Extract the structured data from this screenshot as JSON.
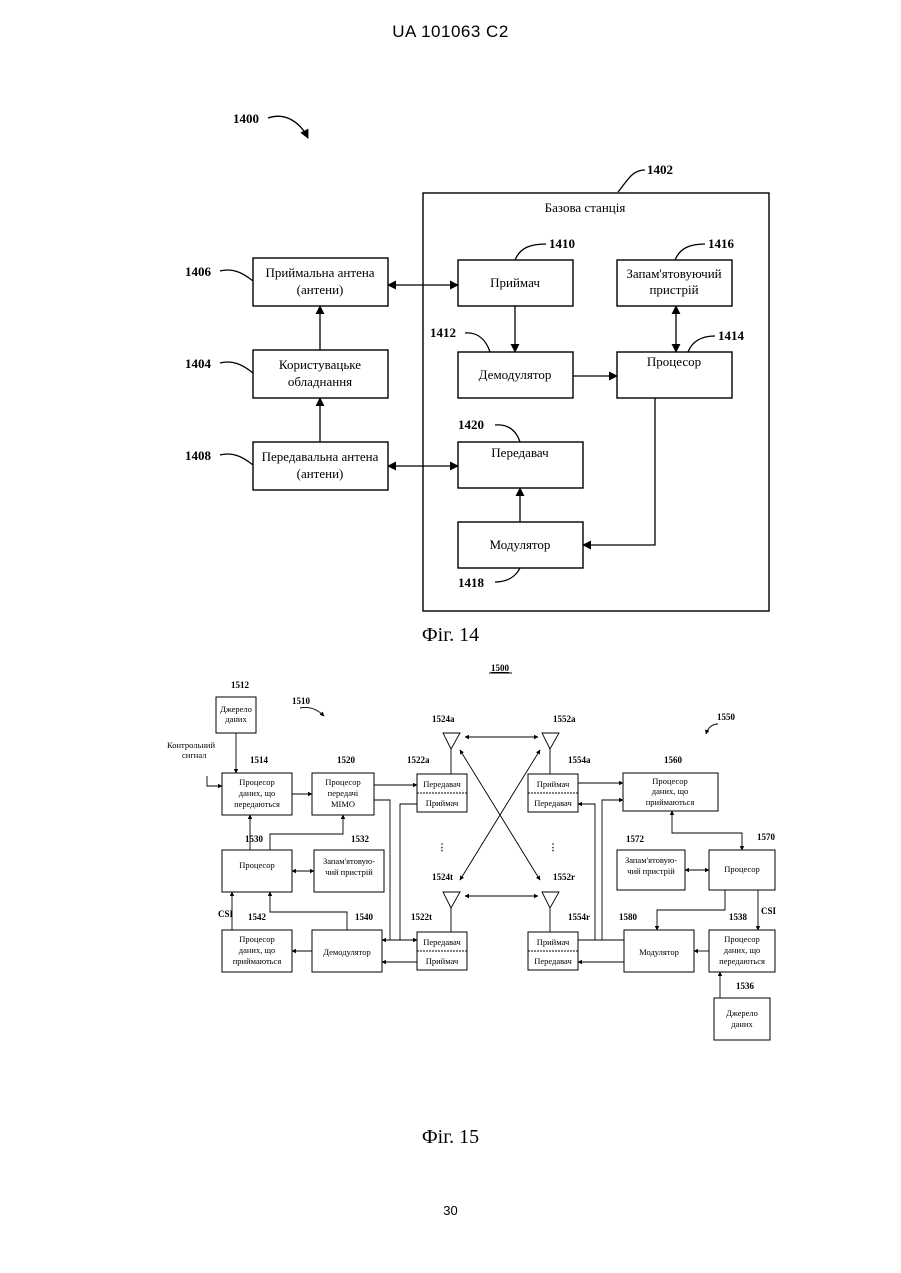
{
  "header": {
    "title": "UA   101063   C2"
  },
  "fig14": {
    "caption": "Фіг. 14",
    "ref_main": "1400",
    "base_station": {
      "ref": "1402",
      "label": "Базова станція"
    },
    "receive_antenna": {
      "ref": "1406",
      "line1": "Приймальна антена",
      "line2": "(антени)"
    },
    "user_equipment": {
      "ref": "1404",
      "line1": "Користувацьке",
      "line2": "обладнання"
    },
    "transmit_antenna": {
      "ref": "1408",
      "line1": "Передавальна антена",
      "line2": "(антени)"
    },
    "receiver": {
      "ref": "1410",
      "label": "Приймач"
    },
    "memory": {
      "ref": "1416",
      "line1": "Запам'ятовуючий",
      "line2": "пристрій"
    },
    "demodulator": {
      "ref": "1412",
      "label": "Демодулятор"
    },
    "processor": {
      "ref": "1414",
      "label": "Процесор"
    },
    "transmitter": {
      "ref": "1420",
      "label": "Передавач"
    },
    "modulator": {
      "ref": "1418",
      "label": "Модулятор"
    }
  },
  "fig15": {
    "caption": "Фіг. 15",
    "ref_main": "1500",
    "ref_tx_system": "1510",
    "ref_rx_system": "1550",
    "control_signal": {
      "line1": "Контрольний",
      "line2": "сигнал"
    },
    "csi_left": "CSI",
    "csi_right": "CSI",
    "data_source_left": {
      "ref": "1512",
      "line1": "Джерело",
      "line2": "даних"
    },
    "tx_data_proc_left": {
      "ref": "1514",
      "line1": "Процесор",
      "line2": "даних, що",
      "line3": "передаються"
    },
    "tx_mimo_proc": {
      "ref": "1520",
      "line1": "Процесор",
      "line2": "передачі",
      "line3": "MIMO"
    },
    "processor_left": {
      "ref": "1530",
      "label": "Процесор"
    },
    "memory_left": {
      "ref": "1532",
      "line1": "Запам'ятовую-",
      "line2": "чий пристрій"
    },
    "rx_data_proc_left": {
      "ref": "1542",
      "line1": "Процесор",
      "line2": "даних, що",
      "line3": "приймаються"
    },
    "demodulator_left": {
      "ref": "1540",
      "label": "Демодулятор"
    },
    "tmtr_a": {
      "ref": "1522a",
      "top": "Передавач",
      "bottom": "Приймач"
    },
    "tmtr_t": {
      "ref": "1522t",
      "top": "Передавач",
      "bottom": "Приймач"
    },
    "antenna_tx_a": "1524a",
    "antenna_tx_t": "1524t",
    "antenna_rx_a": "1552a",
    "antenna_rx_r": "1552r",
    "rcvr_a": {
      "ref": "1554a",
      "top": "Приймач",
      "bottom": "Передавач"
    },
    "rcvr_r": {
      "ref": "1554r",
      "top": "Приймач",
      "bottom": "Передавач"
    },
    "rx_data_proc_right": {
      "ref": "1560",
      "line1": "Процесор",
      "line2": "даних, що",
      "line3": "приймаються"
    },
    "memory_right": {
      "ref": "1572",
      "line1": "Запам'ятовую-",
      "line2": "чий пристрій"
    },
    "processor_right": {
      "ref": "1570",
      "label": "Процесор"
    },
    "modulator_right": {
      "ref": "1580",
      "label": "Модулятор"
    },
    "tx_data_proc_right": {
      "ref": "1538",
      "line1": "Процесор",
      "line2": "даних, що",
      "line3": "передаються"
    },
    "data_source_right": {
      "ref": "1536",
      "line1": "Джерело",
      "line2": "даних"
    },
    "dots": "⋮"
  },
  "page_number": "30"
}
